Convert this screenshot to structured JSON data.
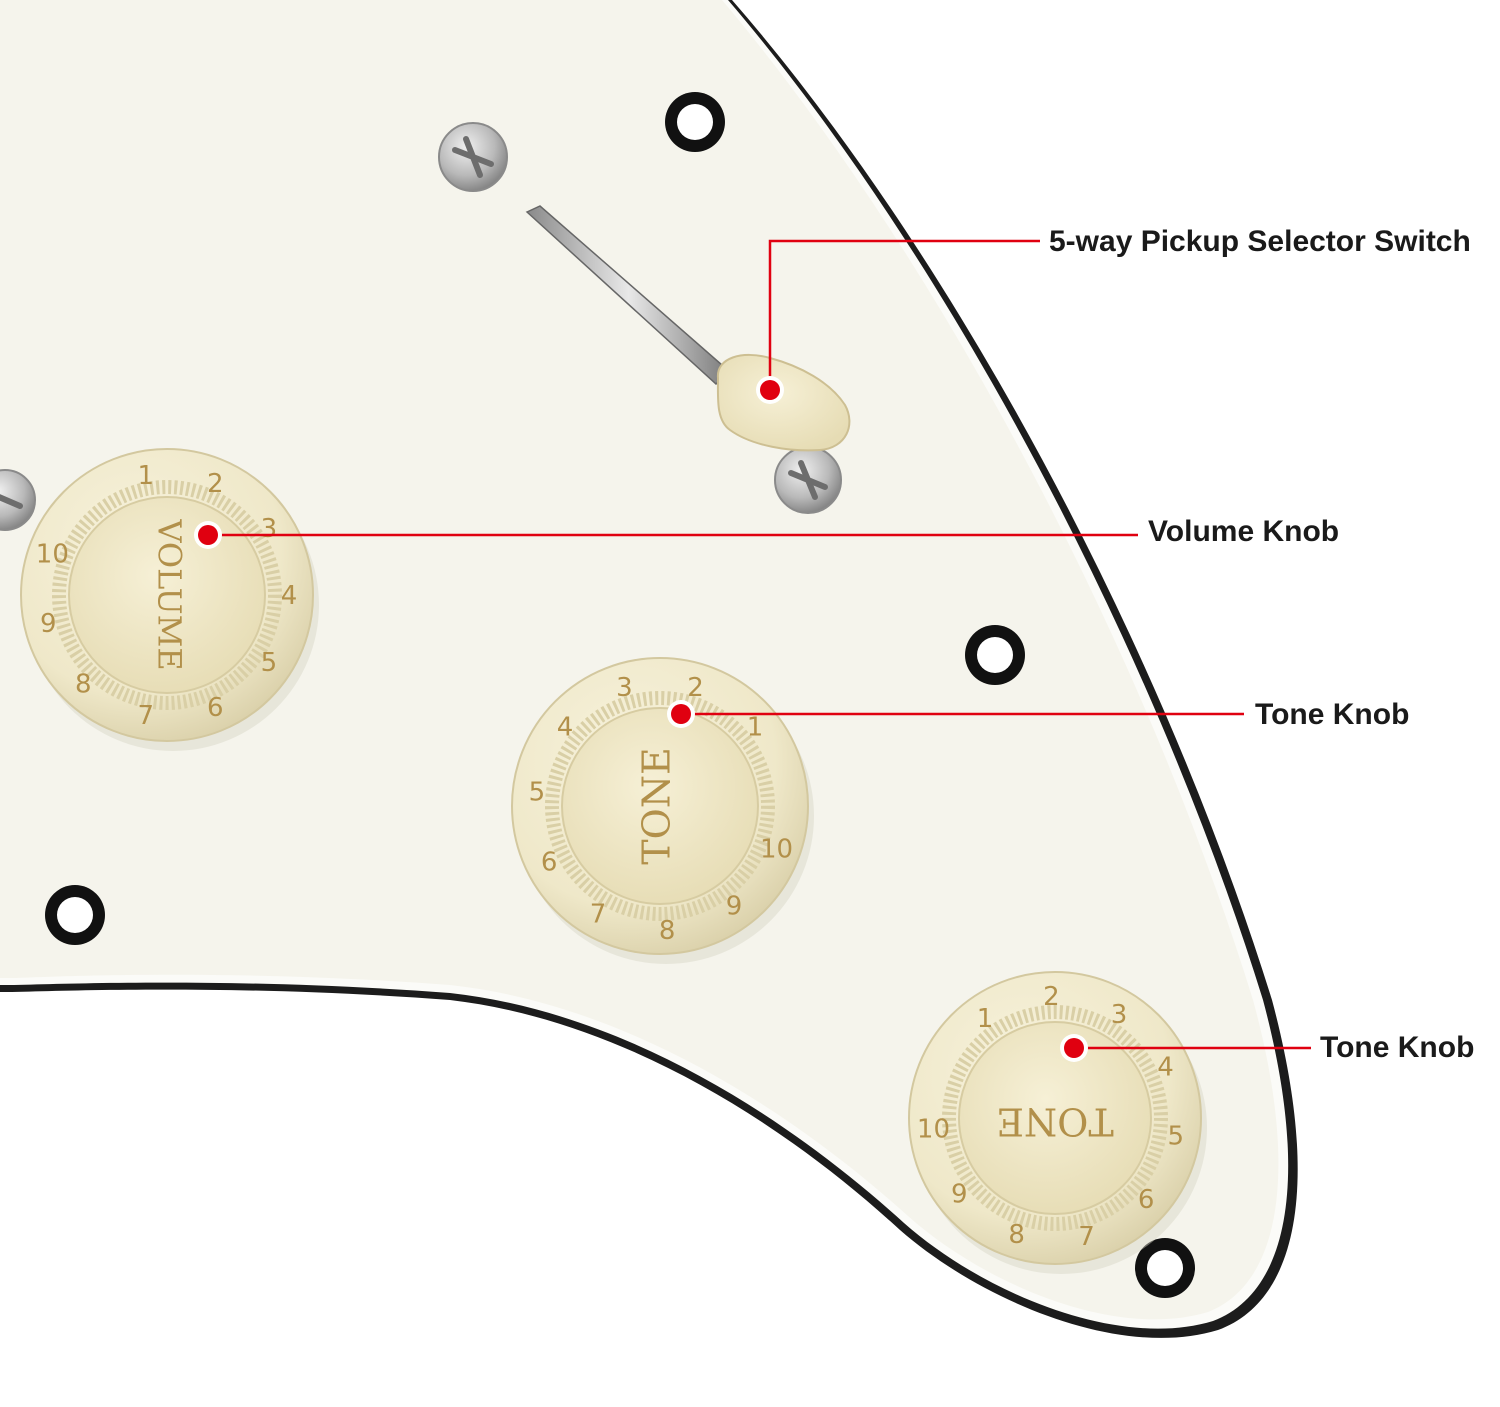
{
  "colors": {
    "background": "#ffffff",
    "pickguard": "#f7f6ef",
    "pickguard_edge": "#1a1a1a",
    "knob": "#efe8c9",
    "knob_shadow": "#d6cda6",
    "marking": "#b2904a",
    "callout": "#e00010",
    "hardware": "#b9b9b9"
  },
  "callouts": [
    {
      "label": "5-way Pickup Selector Switch"
    },
    {
      "label": "Volume Knob"
    },
    {
      "label": "Tone Knob"
    },
    {
      "label": "Tone Knob"
    }
  ],
  "knobs": [
    {
      "caption": "VOLUME",
      "scale": [
        "1",
        "2",
        "3",
        "4",
        "5",
        "6",
        "7",
        "8",
        "9",
        "10"
      ]
    },
    {
      "caption": "TONE",
      "scale": [
        "1",
        "2",
        "3",
        "4",
        "5",
        "6",
        "7",
        "8",
        "9",
        "10"
      ]
    },
    {
      "caption": "TONE",
      "scale": [
        "1",
        "2",
        "3",
        "4",
        "5",
        "6",
        "7",
        "8",
        "9",
        "10"
      ]
    }
  ]
}
